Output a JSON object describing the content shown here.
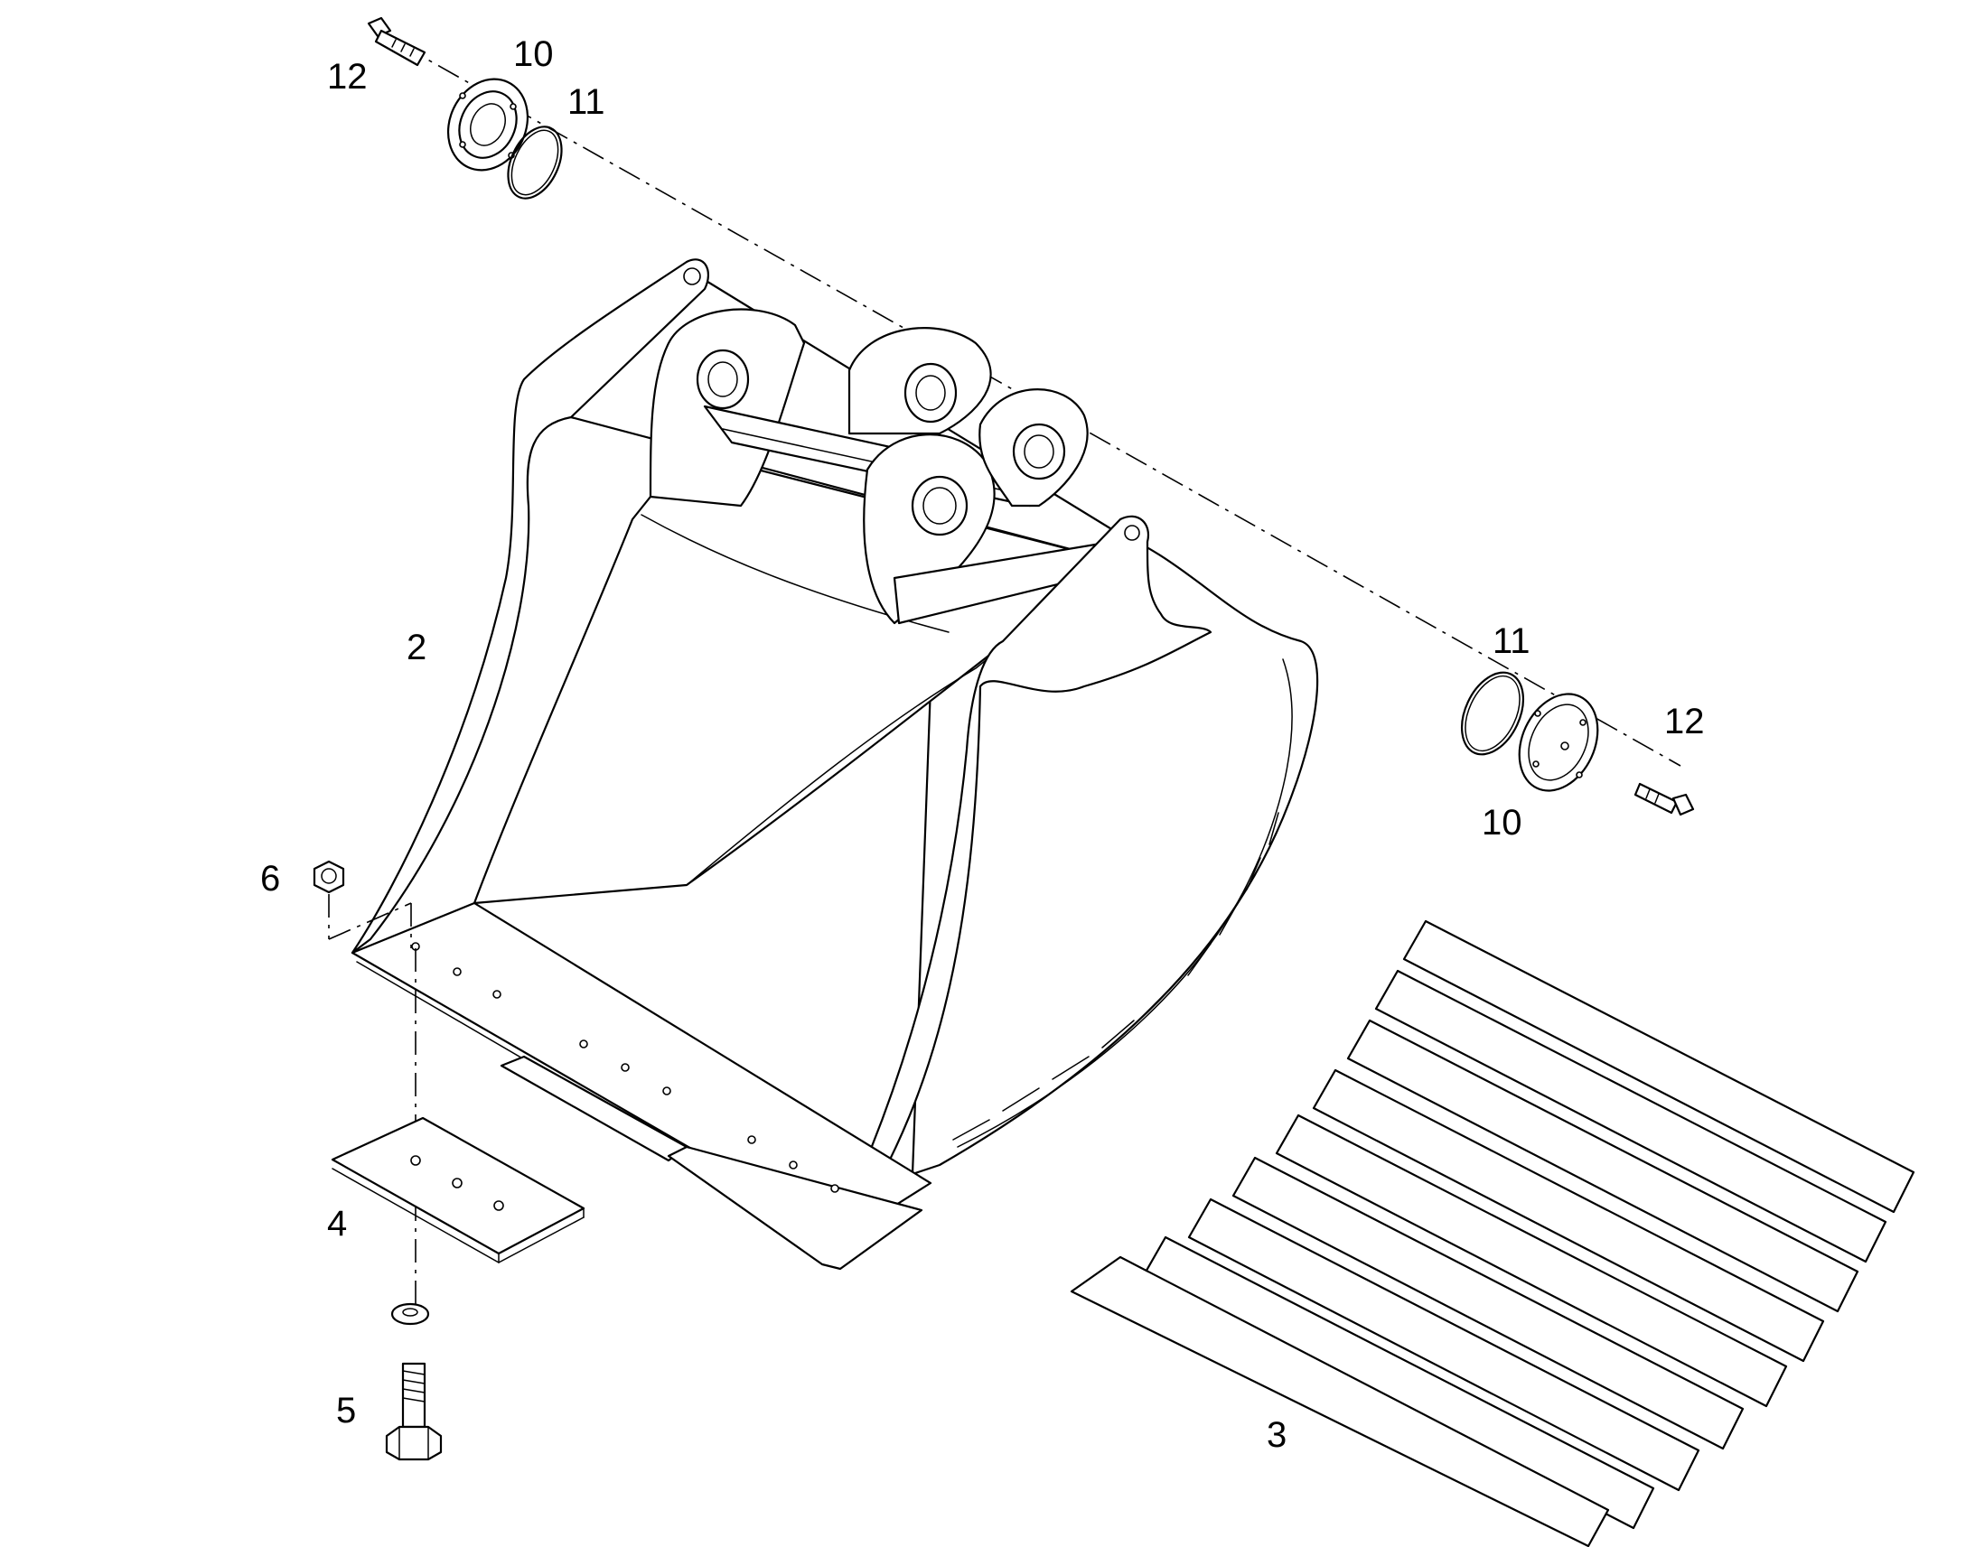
{
  "diagram": {
    "callouts": {
      "bucket": "2",
      "wear_plates": "3",
      "side_cutter": "4",
      "bolt": "5",
      "nut": "6",
      "cover_left": "10",
      "oring_left": "11",
      "screw_left": "12",
      "cover_right": "10",
      "oring_right": "11",
      "screw_right": "12"
    }
  }
}
